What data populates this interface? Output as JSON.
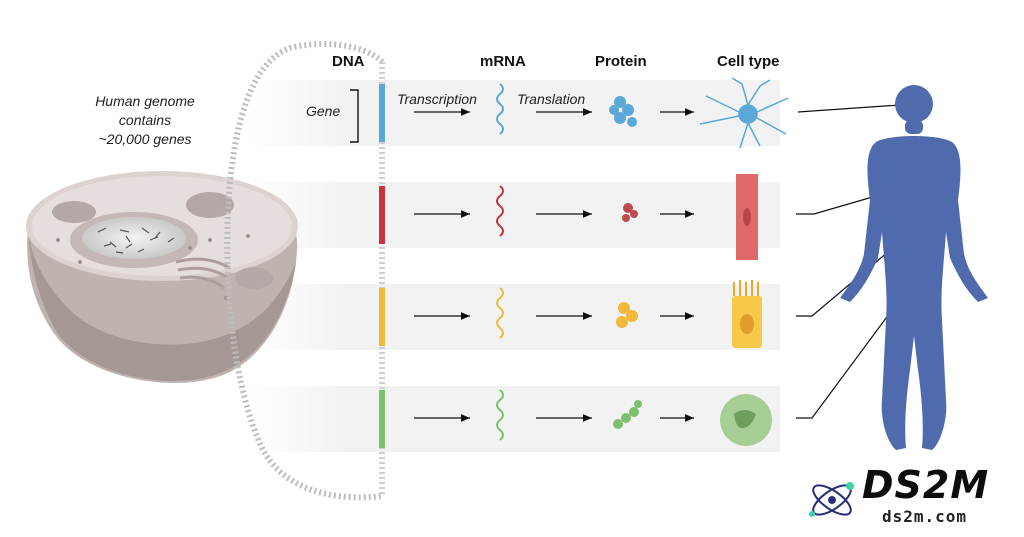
{
  "headers": {
    "dna": "DNA",
    "mrna": "mRNA",
    "protein": "Protein",
    "cell_type": "Cell type"
  },
  "annotations": {
    "genome": [
      "Human genome",
      "contains",
      "~20,000 genes"
    ],
    "gene": "Gene",
    "transcription": "Transcription",
    "translation": "Translation"
  },
  "rows": [
    {
      "gene_color": "#5aa7d8",
      "cell": "neuron-icon"
    },
    {
      "gene_color": "#c8333b",
      "cell": "muscle-cell-icon"
    },
    {
      "gene_color": "#f0b93a",
      "cell": "epithelial-cell-icon"
    },
    {
      "gene_color": "#7dbf6c",
      "cell": "white-blood-cell-icon"
    }
  ],
  "colors": {
    "body": "#4f6aad",
    "band": "#f2f2f2",
    "cell_membrane": "#d8cccb"
  },
  "logo": {
    "title": "DS2M",
    "url": "ds2m.com"
  }
}
